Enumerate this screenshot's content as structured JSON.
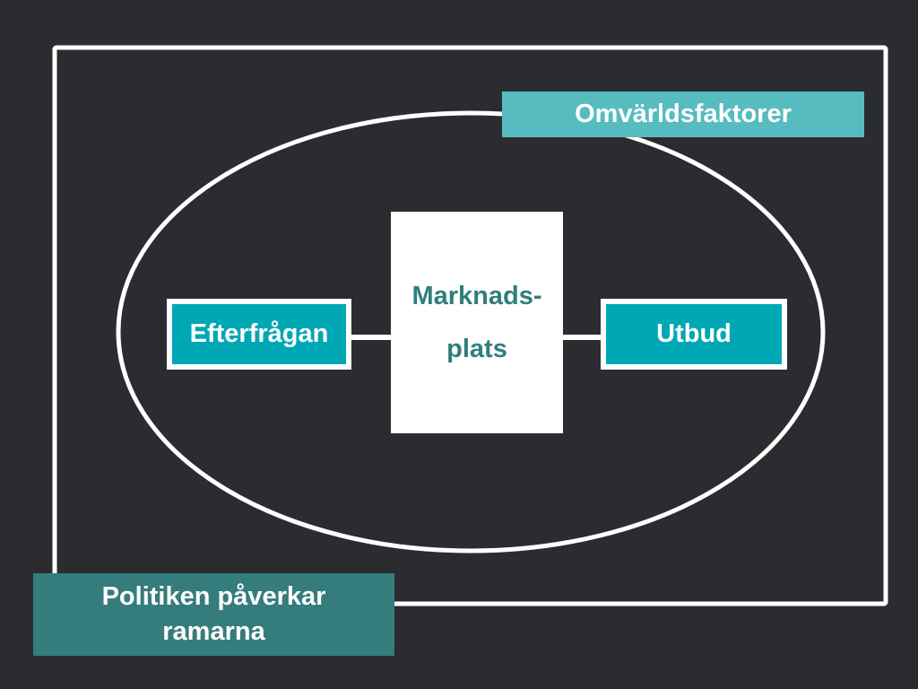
{
  "diagram": {
    "environment_label": "Omvärldsfaktorer",
    "demand_label": "Efterfrågan",
    "supply_label": "Utbud",
    "market_line1": "Marknads-",
    "market_line2": "plats",
    "policy_line1": "Politiken påverkar",
    "policy_line2": "ramarna"
  },
  "colors": {
    "background": "#2b2c30",
    "line": "#ffffff",
    "teal_light": "#56bcbf",
    "teal": "#00a7b5",
    "teal_dark": "#357c7c",
    "market_text": "#2f7f7c"
  }
}
